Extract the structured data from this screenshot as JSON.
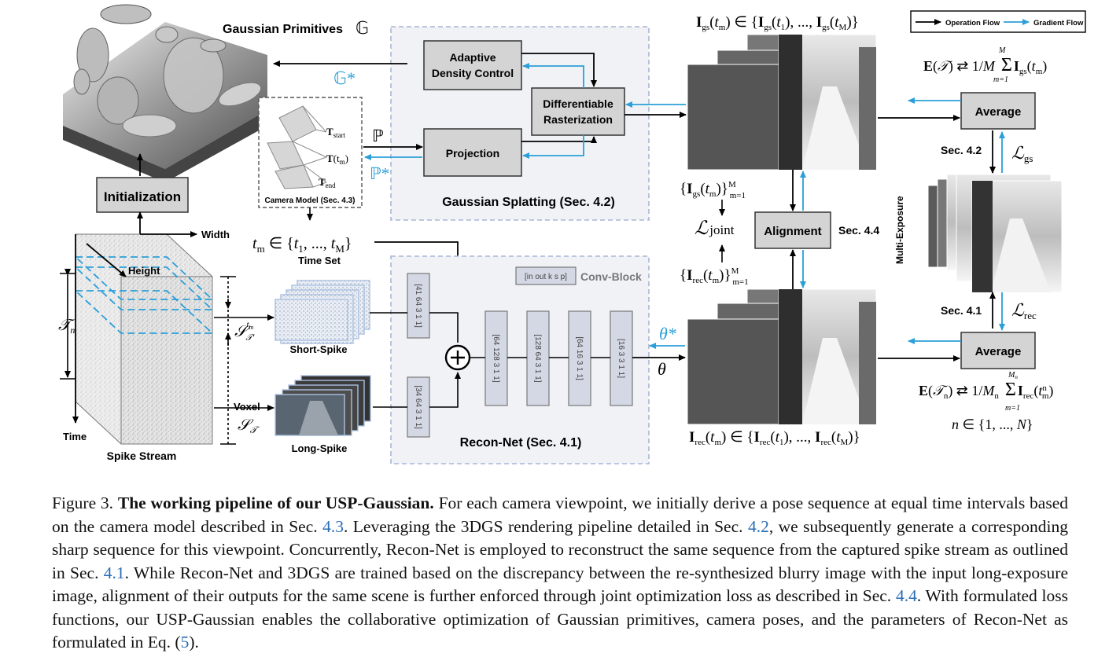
{
  "figure": {
    "gaussian_primitives": "Gaussian Primitives",
    "gaussian_symbol": "𝔾",
    "g_star": "𝔾*",
    "initialization": "Initialization",
    "adaptive_density_control": [
      "Adaptive",
      "Density Control"
    ],
    "differentiable_rasterization": [
      "Differentiable",
      "Rasterization"
    ],
    "projection": "Projection",
    "p_symbol": "ℙ",
    "p_star": "ℙ*",
    "gaussian_splatting_title": "Gaussian Splatting (Sec. 4.2)",
    "camera_model_title": "Camera Model (Sec. 4.3)",
    "t_start": "T_start",
    "t_tm": "T(t_m)",
    "t_end": "T_end",
    "time_set_formula": "t_m ∈ { t_1, ..., t_M }",
    "time_set": "Time Set",
    "width": "Width",
    "height": "Height",
    "time": "Time",
    "spike_stream": "Spike Stream",
    "tau_n": "𝒯_n",
    "short_spike": "Short-Spike",
    "short_spike_symbol": "S^{t_m}_{T'}",
    "long_spike": "Long-Spike",
    "voxel": "Voxel",
    "long_spike_symbol": "S_𝒯",
    "conv_legend_box": "[in out k s p]",
    "conv_block": "Conv-Block",
    "conv_blocks": [
      "[41 64 3 1 1]",
      "[34 64 3 1 1]",
      "[64 128 3 1 1]",
      "[128 64 3 1 1]",
      "[64 16 3 1 1]",
      "[16 3 3 1 1]"
    ],
    "recon_net_title": "Recon-Net (Sec. 4.1)",
    "theta_star": "θ*",
    "theta": "θ",
    "legend_operation": "Operation Flow",
    "legend_gradient": "Gradient Flow",
    "igs_set": "I_gs(t_m) ∈ {I_gs(t_1), ..., I_gs(t_M)}",
    "igs_collection": "{I_gs(t_m)}^M_{m=1}",
    "l_joint": "ℒ joint",
    "irec_collection": "{I_rec(t_m)}^M_{m=1}",
    "alignment": "Alignment",
    "sec44": "Sec. 4.4",
    "irec_set": "I_rec(t_m) ∈ {I_rec(t_1), ..., I_rec(t_M)}",
    "average": "Average",
    "e_tau": "E(𝒯) ⇄ 1/M Σ_{m=1}^{M} I_gs(t_m)",
    "sec42": "Sec. 4.2",
    "l_gs": "ℒ gs",
    "multi_exposure": "Multi-Exposure",
    "sec41": "Sec. 4.1",
    "l_rec": "ℒ rec",
    "e_tau_n": "E(𝒯_n) ⇄ 1/M_n Σ_{m=1}^{M_n} I_rec(t^n_m)",
    "n_range": "n ∈ {1, ..., N}",
    "colors": {
      "gradient": "#2b9fd8",
      "operation": "#000000",
      "box_fill": "#d4d4d4",
      "panel_fill": "#f1f2f6",
      "panel_border": "#aab6d6"
    }
  },
  "caption": {
    "label": "Figure 3.",
    "title": "The working pipeline of our USP-Gaussian.",
    "p1": "For each camera viewpoint, we initially derive a pose sequence at equal time intervals based on the camera model described in Sec.",
    "r1": "4.3",
    "p2": ". Leveraging the 3DGS rendering pipeline detailed in Sec.",
    "r2": "4.2",
    "p3": ", we subsequently generate a corresponding sharp sequence for this viewpoint. Concurrently, Recon-Net is employed to reconstruct the same sequence from the captured spike stream as outlined in Sec.",
    "r3": "4.1",
    "p4": ". While Recon-Net and 3DGS are trained based on the discrepancy between the re-synthesized blurry image with the input long-exposure image, alignment of their outputs for the same scene is further enforced through joint optimization loss as described in Sec.",
    "r4": "4.4",
    "p5": ". With formulated loss functions, our USP-Gaussian enables the collaborative optimization of Gaussian primitives, camera poses, and the parameters of Recon-Net as formulated in Eq. (",
    "r5": "5",
    "p6": ")."
  }
}
